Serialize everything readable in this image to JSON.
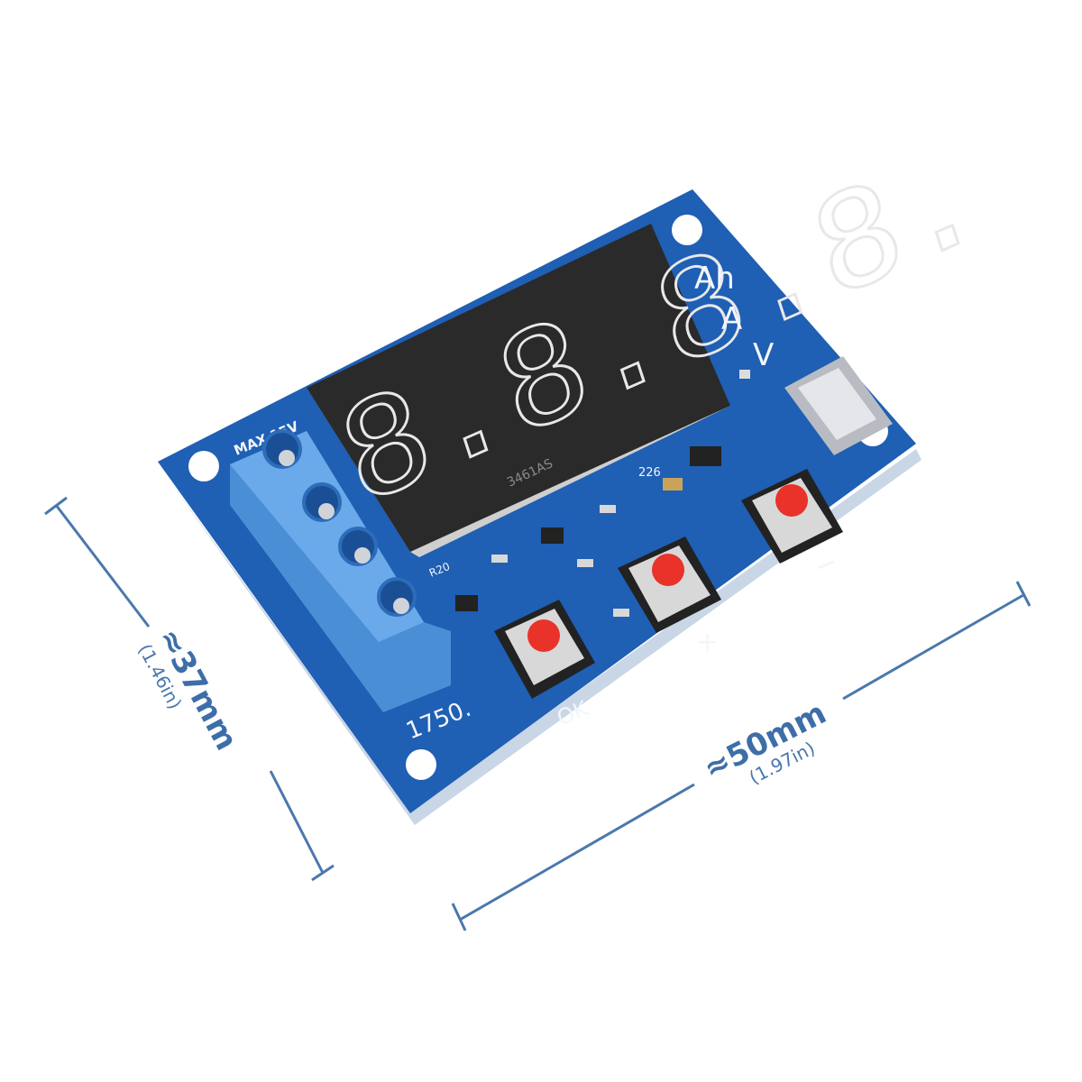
{
  "dimensions": {
    "height": {
      "main": "≈37mm",
      "sub": "(1.46in)"
    },
    "width": {
      "main": "≈50mm",
      "sub": "(1.97in)"
    }
  },
  "display": {
    "digits": "8.8.8.8.",
    "part_number": "3461AS"
  },
  "silkscreen": {
    "max_voltage": "MAX-15V",
    "unit_ah": "Ah",
    "unit_a": "A",
    "unit_v": "V",
    "ok": "OK",
    "plus": "+",
    "minus": "−",
    "resistor_value": "1750.",
    "capacitor": "226",
    "r20": "R20"
  },
  "colors": {
    "pcb": "#1f5fb4",
    "terminal": "#4a8fd6",
    "display": "#2b2b2b",
    "button_cap": "#e8322a",
    "dimension": "#3d6ea8"
  }
}
